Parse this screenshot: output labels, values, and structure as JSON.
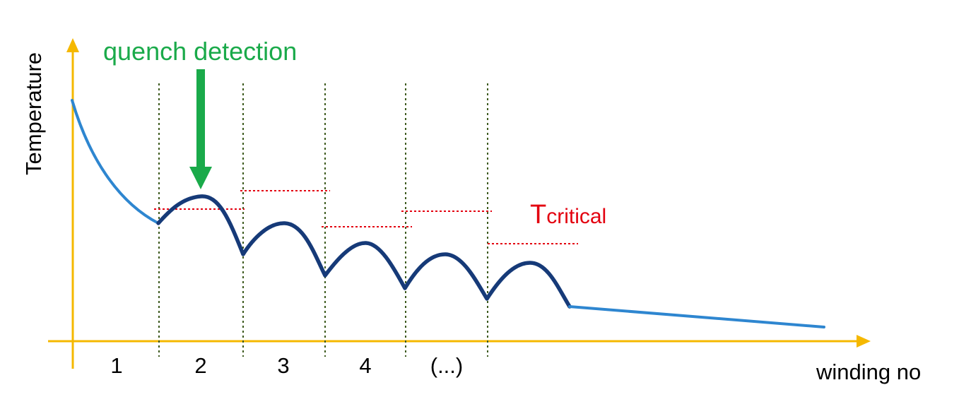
{
  "axes": {
    "y_label": "Temperature",
    "x_label": "winding no",
    "color": "#f5b800"
  },
  "quench": {
    "label": "quench detection",
    "color": "#1aaa4a"
  },
  "tcritical": {
    "main": "T",
    "sub": "critical",
    "color": "#e3000f"
  },
  "windings": [
    "1",
    "2",
    "3",
    "4",
    "(...)"
  ],
  "colors": {
    "curve_light": "#2e86d0",
    "curve_dark": "#163a78",
    "divider": "#3d5a1e",
    "threshold": "#e3000f"
  }
}
